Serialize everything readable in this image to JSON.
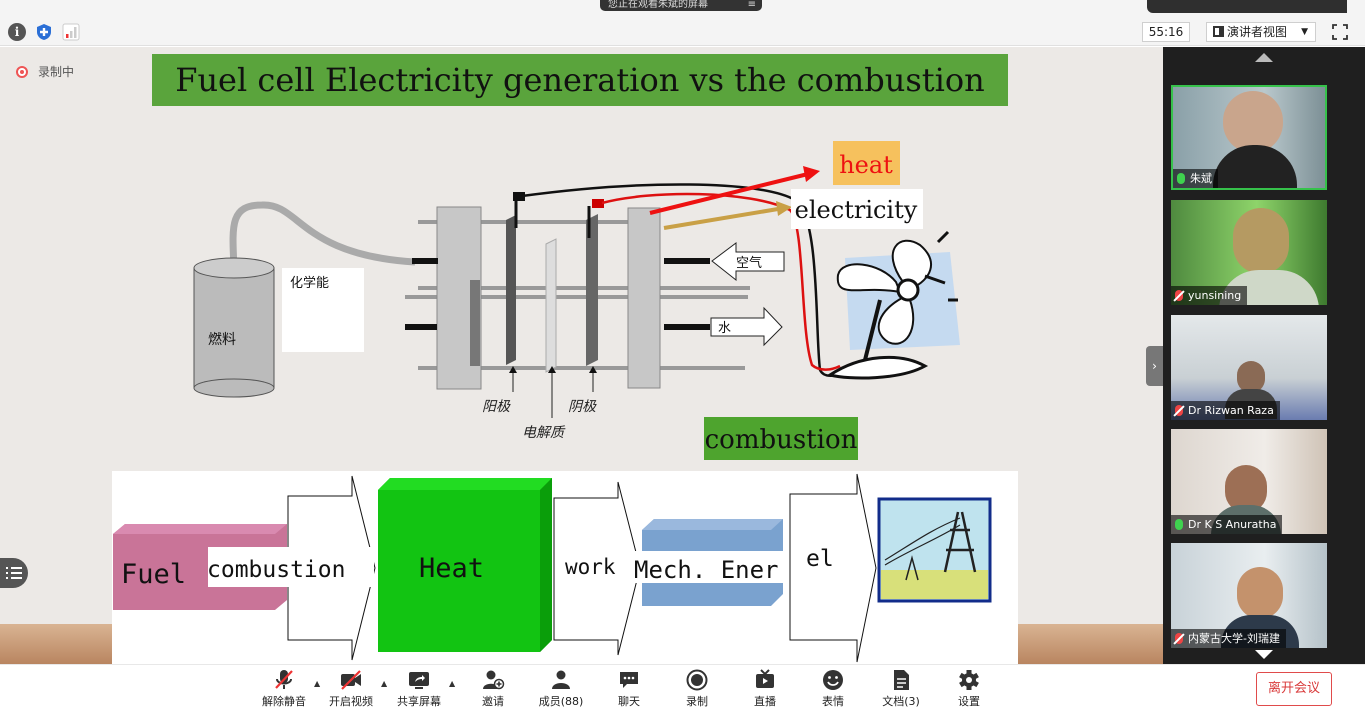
{
  "top_bar": {
    "share_banner": "您正在观看朱斌的屏幕",
    "share_banner_stop": "≡",
    "timer": "55:16",
    "view_mode": "演讲者视图"
  },
  "slide": {
    "recording": "录制中",
    "title": "Fuel cell Electricity generation vs the combustion",
    "labels": {
      "heat": "heat",
      "electricity": "electricity",
      "chemical_energy": "化学能",
      "fuel_tank": "燃料",
      "air": "空气",
      "water": "水",
      "anode": "阳极",
      "cathode": "阴极",
      "electrolyte": "电解质",
      "combustion_box": "combustion"
    },
    "flow": {
      "fuel": "Fuel",
      "combustion": "combustion",
      "heat": "Heat",
      "work": "work",
      "mech": "Mech. Ener",
      "el": "el"
    },
    "colors": {
      "title_bg": "#5aa43c",
      "heat_text": "#e11",
      "combustion_bg": "#4ea42e",
      "heat_box": "#14c814"
    }
  },
  "participants": [
    {
      "name": "朱斌",
      "mic": "on",
      "active": true
    },
    {
      "name": "yunsining",
      "mic": "off",
      "active": false
    },
    {
      "name": "Dr Rizwan Raza",
      "mic": "off",
      "active": false
    },
    {
      "name": "Dr K S Anuratha",
      "mic": "on",
      "active": false
    },
    {
      "name": "内蒙古大学-刘瑞建",
      "mic": "off",
      "active": false
    }
  ],
  "toolbar": {
    "unmute": "解除静音",
    "start_video": "开启视频",
    "share_screen": "共享屏幕",
    "invite": "邀请",
    "members": "成员(88)",
    "chat": "聊天",
    "record": "录制",
    "live": "直播",
    "reactions": "表情",
    "docs": "文档(3)",
    "settings": "设置",
    "leave": "离开会议"
  }
}
